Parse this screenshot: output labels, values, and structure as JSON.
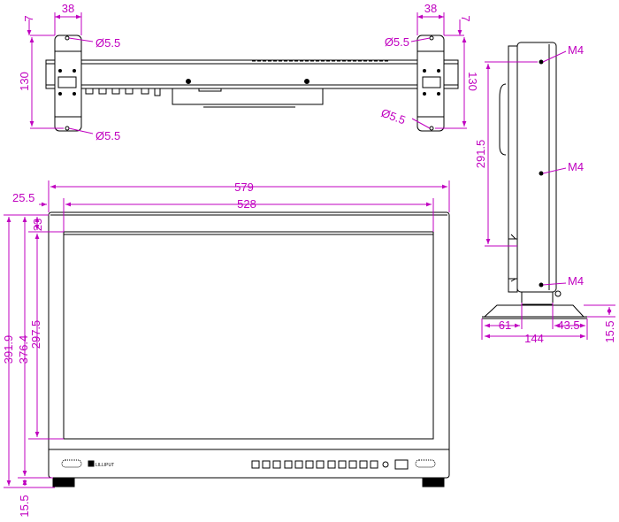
{
  "colors": {
    "dimension": "#c000c0",
    "outline": "#000000",
    "fill": "#ffffff"
  },
  "top_view": {
    "hole_diameter_label": "Ø5.5",
    "bracket_width": "38",
    "edge_offset": "7",
    "bracket_height": "130"
  },
  "side_view": {
    "screw_label": "M4",
    "height": "291.5",
    "base_front": "61",
    "base_rear": "43.5",
    "base_depth": "144",
    "base_height": "15.5"
  },
  "front_view": {
    "overall_width": "579",
    "screen_width": "528",
    "left_margin": "25.5",
    "top_margin": "23",
    "overall_height": "391.9",
    "body_height": "376.4",
    "screen_height": "297.5",
    "foot_height": "15.5",
    "brand": "LILLIPUT"
  }
}
